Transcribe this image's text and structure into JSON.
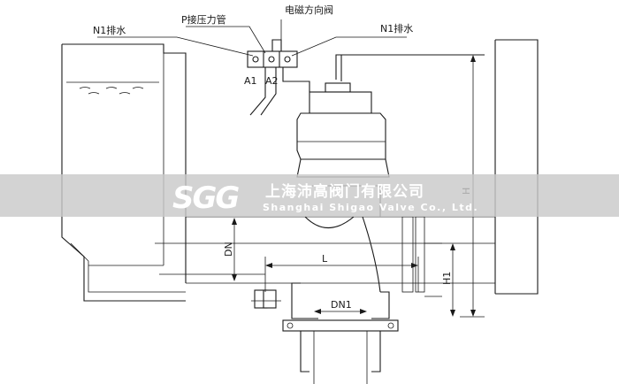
{
  "labels": {
    "n1_drain_left": "N1排水",
    "p_pressure_pipe": "P接压力管",
    "solenoid_valve": "电磁方向阀",
    "n1_drain_right": "N1排水",
    "port_a1": "A1",
    "port_a2": "A2",
    "dim_dn": "DN",
    "dim_l": "L",
    "dim_dn1": "DN1",
    "dim_h": "H",
    "dim_h1": "H1"
  },
  "watermark": {
    "company_cn": "上海沛高阀门有限公司",
    "company_en": "Shanghai Shigao Valve Co., Ltd."
  },
  "colors": {
    "line": "#1a1a1a",
    "band": "#c9c9c9"
  }
}
